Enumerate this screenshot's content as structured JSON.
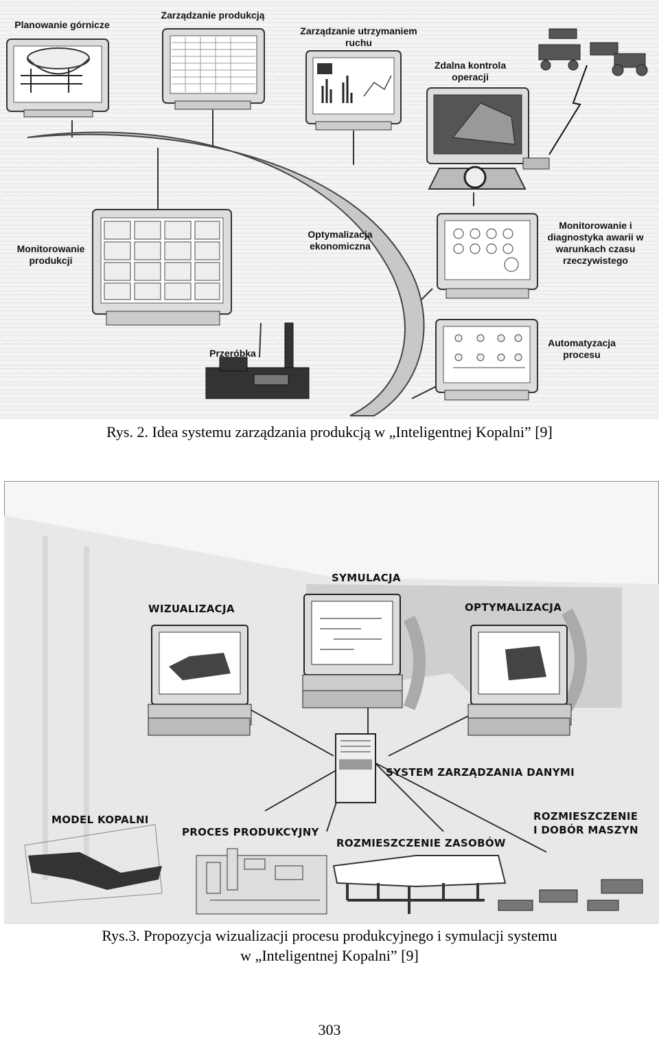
{
  "figure1": {
    "labels": {
      "mining_planning": "Planowanie górnicze",
      "production_management": "Zarządzanie produkcją",
      "maintenance_management": "Zarządzanie utrzymaniem ruchu",
      "remote_control": "Zdalna kontrola operacji",
      "production_monitoring": "Monitorowanie produkcji",
      "economic_optimization": "Optymalizacja ekonomiczna",
      "realtime_monitoring": "Monitorowanie i diagnostyka awarii w warunkach czasu rzeczywistego",
      "processing": "Przeróbka",
      "process_automation": "Automatyzacja procesu"
    },
    "caption": "Rys. 2. Idea systemu zarządzania produkcją w „Inteligentnej Kopalni” [9]"
  },
  "figure2": {
    "labels": {
      "simulation": "SYMULACJA",
      "visualization": "WIZUALIZACJA",
      "optimization": "OPTYMALIZACJA",
      "data_management": "SYSTEM ZARZĄDZANIA DANYMI",
      "mine_model": "MODEL KOPALNI",
      "production_process": "PROCES PRODUKCYJNY",
      "resource_distribution": "ROZMIESZCZENIE ZASOBÓW",
      "machine_placement_1": "ROZMIESZCZENIE",
      "machine_placement_2": "I DOBÓR MASZYN"
    },
    "caption_line1": "Rys.3. Propozycja wizualizacji procesu produkcyjnego i symulacji systemu",
    "caption_line2": "w „Inteligentnej Kopalni” [9]"
  },
  "page_number": "303"
}
